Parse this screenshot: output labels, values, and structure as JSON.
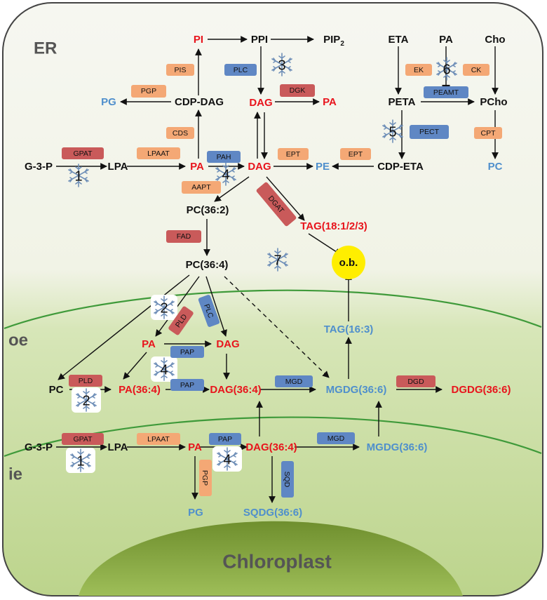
{
  "regions": {
    "er": "ER",
    "oe": "oe",
    "ie": "ie",
    "chloroplast": "Chloroplast"
  },
  "colors": {
    "red": "#e8141c",
    "blue": "#4f8fcc",
    "black": "#111111",
    "enzyme_red": "#c95a5a",
    "enzyme_orange": "#f4a875",
    "enzyme_blue": "#5f87c4",
    "ob": "#ffee00"
  },
  "metabolites": {
    "pi": "PI",
    "ppi": "PPI",
    "pip2": "PIP",
    "pip2_sub": "2",
    "eta": "ETA",
    "pa_top": "PA",
    "cho": "Cho",
    "pg_er": "PG",
    "cdp_dag": "CDP-DAG",
    "dag_top": "DAG",
    "pa_dgk": "PA",
    "peta": "PETA",
    "pcho": "PCho",
    "g3p_er": "G-3-P",
    "lpa_er": "LPA",
    "pa_er": "PA",
    "dag_er": "DAG",
    "pe": "PE",
    "cdp_eta": "CDP-ETA",
    "pc_er": "PC",
    "pc362": "PC(36:2)",
    "tag_er": "TAG(18:1/2/3)",
    "pc364": "PC(36:4)",
    "ob": "o.b.",
    "pa_oe": "PA",
    "dag_oe": "DAG",
    "tag163": "TAG(16:3)",
    "pc_oe": "PC",
    "pa364": "PA(36:4)",
    "dag364_oe": "DAG(36:4)",
    "mgdg366_oe": "MGDG(36:6)",
    "dgdg366": "DGDG(36:6)",
    "g3p_ie": "G-3-P",
    "lpa_ie": "LPA",
    "pa_ie": "PA",
    "dag364_ie": "DAG(36:4)",
    "mgdg366_ie": "MGDG(36:6)",
    "pg_ie": "PG",
    "sqdg366": "SQDG(36:6)"
  },
  "enzymes": {
    "pis": "PIS",
    "plc_top": "PLC",
    "pgp_er": "PGP",
    "dgk": "DGK",
    "ek": "EK",
    "ck": "CK",
    "peamt": "PEAMT",
    "cds": "CDS",
    "pect": "PECT",
    "cpt": "CPT",
    "gpat_er": "GPAT",
    "lpaat_er": "LPAAT",
    "pah": "PAH",
    "ept1": "EPT",
    "ept2": "EPT",
    "aapt": "AAPT",
    "dgat": "DGAT",
    "fad": "FAD",
    "pld_diag": "PLD",
    "plc_diag": "PLC",
    "pap_oe1": "PAP",
    "pld_oe": "PLD",
    "pap_oe2": "PAP",
    "mgd_oe": "MGD",
    "dgd": "DGD",
    "gpat_ie": "GPAT",
    "lpaat_ie": "LPAAT",
    "pap_ie": "PAP",
    "mgd_ie": "MGD",
    "pgp_ie": "PGP",
    "sqd": "SQD"
  },
  "steps": {
    "s1_er": "1",
    "s2_oe_a": "2",
    "s2_oe_b": "2",
    "s3": "3",
    "s4_er": "4",
    "s4_oe": "4",
    "s4_ie": "4",
    "s5": "5",
    "s6": "6",
    "s7": "7",
    "s1_ie": "1"
  }
}
